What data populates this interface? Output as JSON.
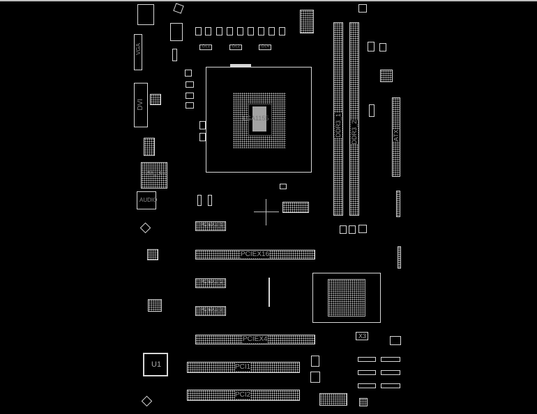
{
  "board": {
    "labels": {
      "vga": "VGA",
      "dvi": "DVI",
      "usb_lan": "USB_LAN",
      "audio": "AUDIO",
      "cpu": "LGA1155",
      "ddr3_1": "DDR3_1",
      "ddr3_2": "DDR3_2",
      "atx": "ATX",
      "pciex1_1": "PCIEX1_1",
      "pciex16": "PCIEX16",
      "pciex1_2": "PCIEX1_2",
      "pciex1_3": "PCIEX1_3",
      "pciex4": "PCIEX4",
      "pci1": "PCI1",
      "pci2": "PCI2",
      "u1": "U1",
      "x3": "X3",
      "dl1": "DL1",
      "dl2": "DL2",
      "dl4": "DL4"
    }
  },
  "colors": {
    "background": "#000000",
    "outline": "#d8d8d8",
    "label": "#8a8a8a"
  }
}
